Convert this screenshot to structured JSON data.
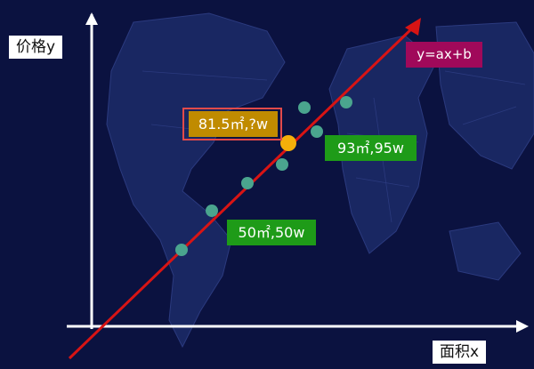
{
  "labels": {
    "y_axis": "价格y",
    "x_axis": "面积x",
    "formula": "y=ax+b",
    "unknown_point": "81.5㎡,?w",
    "point_93": "93㎡,95w",
    "point_50": "50㎡,50w"
  },
  "colors": {
    "background": "#0b1240",
    "map_land": "#1b2a66",
    "map_outline": "#2f3f86",
    "axis": "#ffffff",
    "regression_line": "#d81414",
    "data_point": "#4aa58e",
    "unknown_point": "#f5b00a",
    "formula_box": "#a0095a",
    "unknown_box": "#c08b00",
    "unknown_frame": "#e24a4a",
    "label_box": "#1e9b18"
  },
  "icons": {
    "background_map": "world-map-outline"
  }
}
